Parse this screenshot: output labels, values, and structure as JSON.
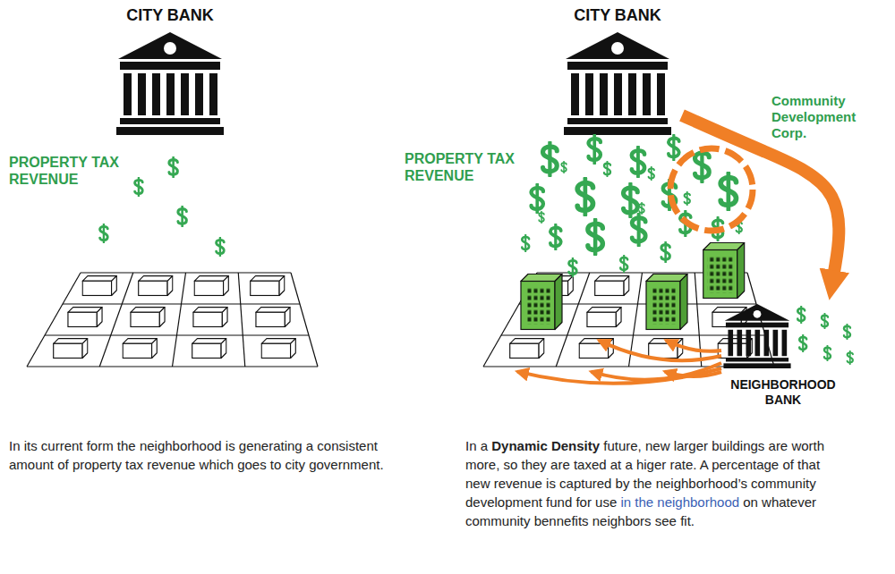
{
  "diagram": {
    "nodes": [
      {
        "text": [
          "CITY BANK"
        ]
      },
      {
        "text": [
          "CITY BANK"
        ]
      },
      {
        "text": [
          "NEIGHBORHOOD BANK"
        ]
      }
    ],
    "edges": [
      {
        "from": 1,
        "to": 2,
        "arrow": "to",
        "label": "Community Development Corp."
      }
    ],
    "labels": [
      "PROPERTY TAX REVENUE",
      "In its current form the neighborhood is generating a consistent amount of property tax revenue which goes to city government.",
      "PROPERTY TAX REVENUE",
      "In a",
      "Dynamic Density",
      "future, new larger buildings are worth more, so they are taxed at a higer rate. A percentage of that new revenue is captured by the neighborhood’s community development fund for use",
      "in the neighborhood",
      "on whatever community bennefits neighbors see fit."
    ]
  }
}
